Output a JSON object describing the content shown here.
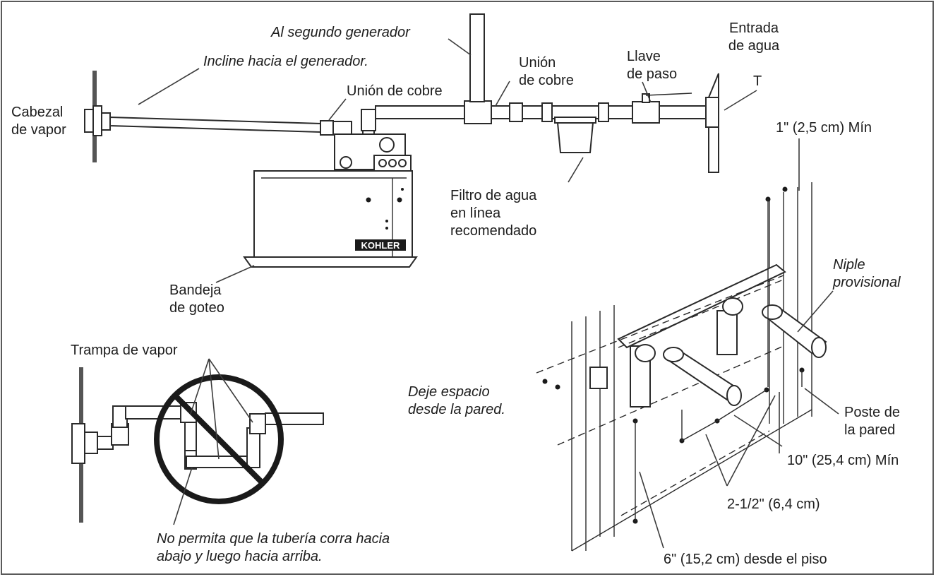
{
  "labels": {
    "al_segundo": "Al segundo generador",
    "incline": "Incline hacia el generador.",
    "entrada_1": "Entrada",
    "entrada_2": "de agua",
    "union_cobre_top_1": "Unión",
    "union_cobre_top_2": "de cobre",
    "llave_1": "Llave",
    "llave_2": "de paso",
    "t": "T",
    "union_cobre_left": "Unión de cobre",
    "cabezal_1": "Cabezal",
    "cabezal_2": "de vapor",
    "min_1in": "1\" (2,5 cm) Mín",
    "filtro_1": "Filtro de agua",
    "filtro_2": "en línea",
    "filtro_3": "recomendado",
    "niple_1": "Niple",
    "niple_2": "provisional",
    "bandeja_1": "Bandeja",
    "bandeja_2": "de goteo",
    "trampa": "Trampa de vapor",
    "deje_1": "Deje espacio",
    "deje_2": "desde la pared.",
    "poste_1": "Poste de",
    "poste_2": "la pared",
    "min_10in": "10\" (25,4 cm) Mín",
    "dim_2half": "2-1/2\" (6,4 cm)",
    "no_permita_1": "No permita que la tubería corra hacia",
    "no_permita_2": "abajo y luego hacia arriba.",
    "desde_piso": "6\" (15,2 cm) desde el piso",
    "brand": "KOHLER"
  },
  "colors": {
    "ink": "#1d1d1d",
    "line": "#3c3c3c",
    "frame": "#5a5a5a"
  }
}
